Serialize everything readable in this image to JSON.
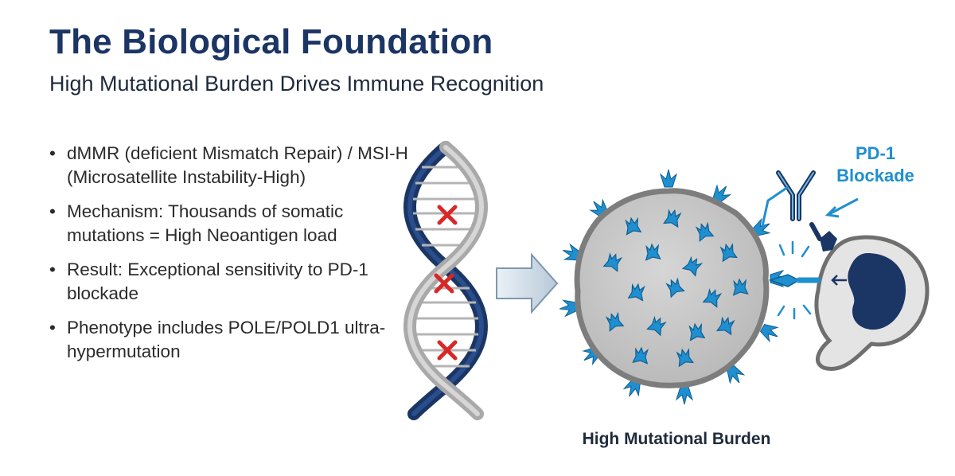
{
  "slide": {
    "title": "The Biological Foundation",
    "subtitle": "High Mutational Burden Drives Immune Recognition",
    "bullets": [
      "dMMR (deficient Mismatch Repair) / MSI-H (Microsatellite Instability-High)",
      "Mechanism: Thousands of somatic mutations = High Neoantigen load",
      "Result: Exceptional sensitivity to PD-1 blockade",
      "Phenotype includes POLE/POLD1 ultra-hypermutation"
    ]
  },
  "diagram": {
    "pd1_label_line1": "PD-1",
    "pd1_label_line2": "Blockade",
    "burden_label": "High Mutational Burden",
    "colors": {
      "navy": "#1b3564",
      "blue": "#1f8fd0",
      "gray": "#c9c9c9",
      "mutation_red": "#d92727"
    }
  }
}
